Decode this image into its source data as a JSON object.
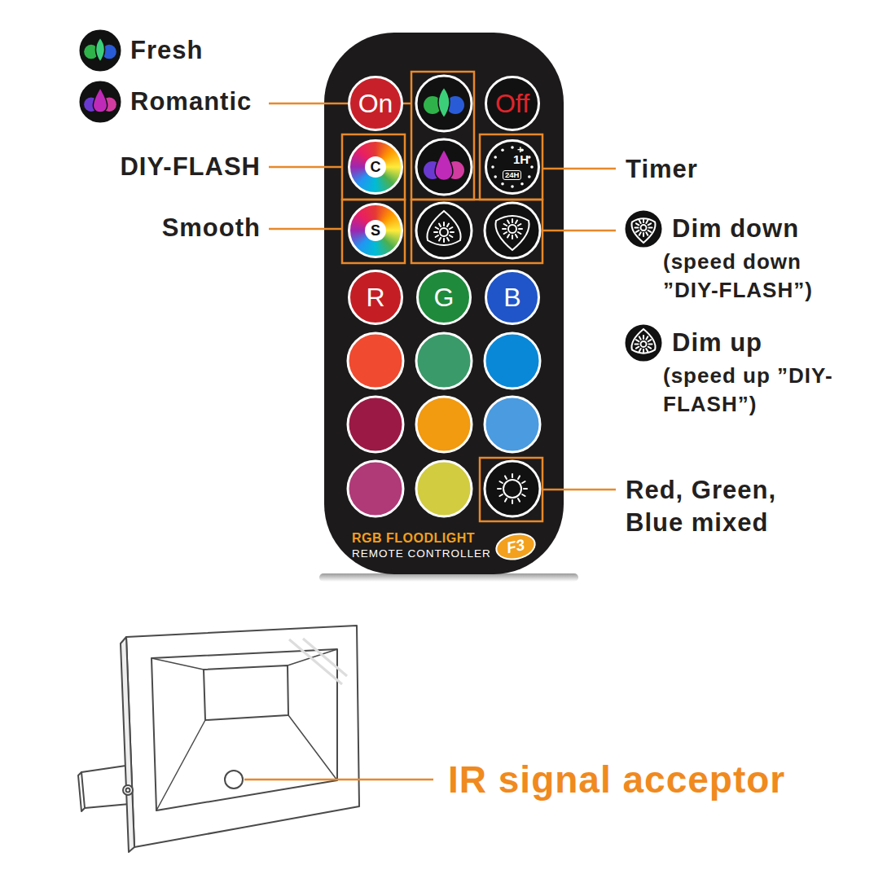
{
  "diagram": {
    "nodes": [
      {
        "text": [
          "RGB FLOODLIGHT",
          "REMOTE CONTROLLER"
        ]
      },
      {
        "text": [
          "F3"
        ],
        "in": 0
      },
      {
        "text": [
          "On"
        ],
        "in": 0
      },
      {
        "text": [
          "Off"
        ],
        "in": 0
      },
      {
        "text": [
          "C"
        ],
        "in": 0
      },
      {
        "text": [
          "+",
          "1H",
          "24H"
        ],
        "in": 0
      },
      {
        "text": [
          "S"
        ],
        "in": 0
      },
      {
        "text": [
          "R"
        ],
        "in": 0
      },
      {
        "text": [
          "G"
        ],
        "in": 0
      },
      {
        "text": [
          "B"
        ],
        "in": 0
      }
    ],
    "labels": [
      "DIY-FLASH",
      "Smooth",
      "Timer",
      "Dim down",
      "(speed down ”DIY-FLASH”)",
      "Dim up",
      "(speed up ”DIY-FLASH”)",
      "Red, Green, Blue mixed",
      "IR signal acceptor"
    ],
    "legend": [
      {
        "text": "Fresh"
      },
      {
        "text": "Romantic"
      }
    ]
  }
}
